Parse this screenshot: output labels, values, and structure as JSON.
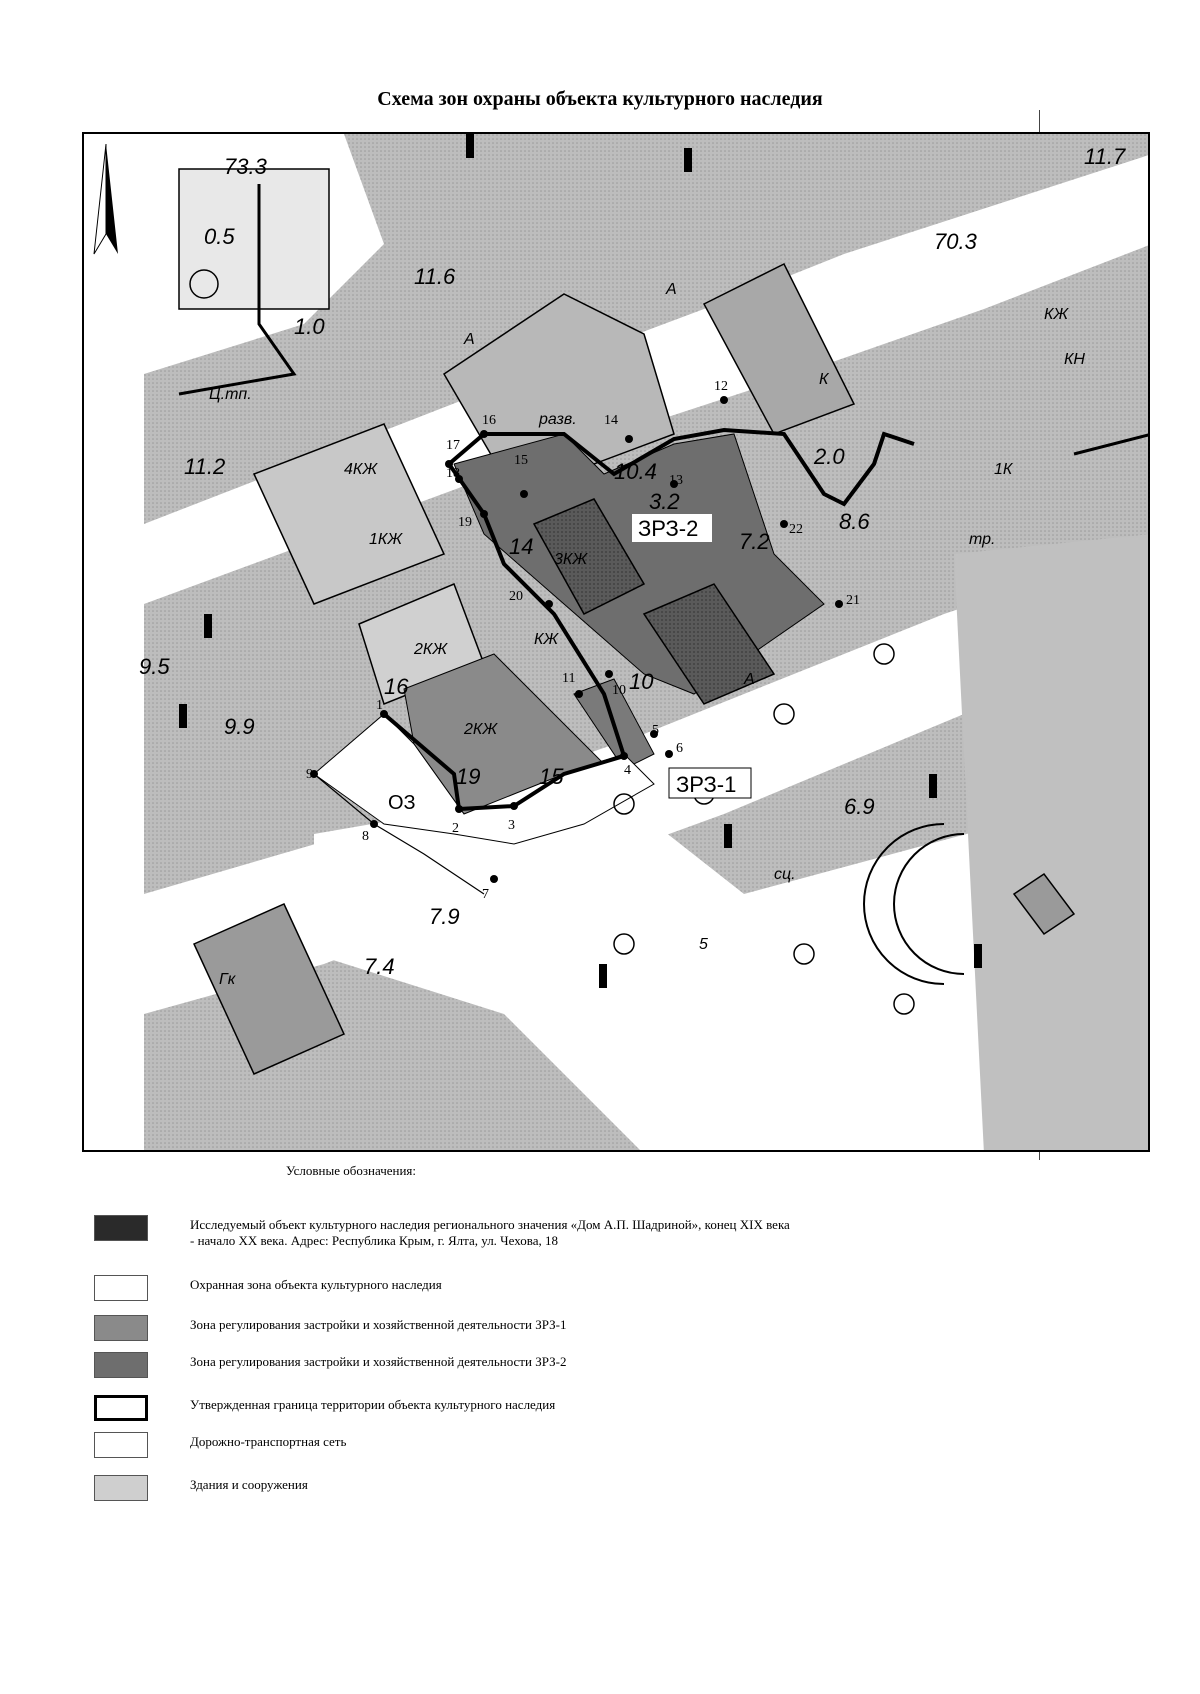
{
  "title": "Схема зон охраны объекта культурного наследия",
  "map": {
    "zone_labels": {
      "oz": "ОЗ",
      "zrz1": "ЗРЗ-1",
      "zrz2": "ЗРЗ-2"
    },
    "boundary_points": [
      "1",
      "2",
      "3",
      "4",
      "5",
      "6",
      "7",
      "8",
      "9",
      "10",
      "11",
      "12",
      "13",
      "14",
      "15",
      "16",
      "17",
      "18",
      "19",
      "20",
      "21",
      "22"
    ],
    "elevations": [
      "73.3",
      "0.5",
      "1.0",
      "11.6",
      "11.7",
      "70.3",
      "11.2",
      "9.9",
      "9.5",
      "7.9",
      "7.4",
      "6.9",
      "2.0",
      "8.6",
      "3.2",
      "7.2",
      "10.4",
      "15",
      "14",
      "10",
      "16",
      "19"
    ],
    "building_labels": [
      "2КЖ",
      "2КЖ",
      "3КЖ",
      "4КЖ",
      "1КЖ",
      "КЖ",
      "КЖ",
      "КН",
      "1К",
      "К",
      "А",
      "А",
      "А",
      "Ц.тп.",
      "разв.",
      "Гк",
      "сц.",
      "тр.",
      "5"
    ]
  },
  "legend": {
    "title": "Условные обозначения:",
    "items": [
      {
        "key": "object",
        "color": "#2a2a2a",
        "text": "Исследуемый объект культурного наследия регионального значения «Дом А.П. Шадриной», конец XIX века - начало XX века. Адрес: Республика Крым, г. Ялта, ул. Чехова, 18"
      },
      {
        "key": "oz",
        "color": "#ffffff",
        "text": "Охранная зона объекта культурного наследия"
      },
      {
        "key": "zrz1",
        "color": "#8a8a8a",
        "text": "Зона регулирования застройки и хозяйственной деятельности ЗРЗ-1"
      },
      {
        "key": "zrz2",
        "color": "#6e6e6e",
        "text": "Зона регулирования застройки и хозяйственной деятельности ЗРЗ-2"
      },
      {
        "key": "boundary",
        "color": "#ffffff",
        "text": "Утвержденная граница территории объекта культурного наследия"
      },
      {
        "key": "roads",
        "color": "#ffffff",
        "text": "Дорожно-транспортная сеть"
      },
      {
        "key": "buildings",
        "color": "#cfcfcf",
        "text": "Здания и сооружения"
      }
    ]
  }
}
